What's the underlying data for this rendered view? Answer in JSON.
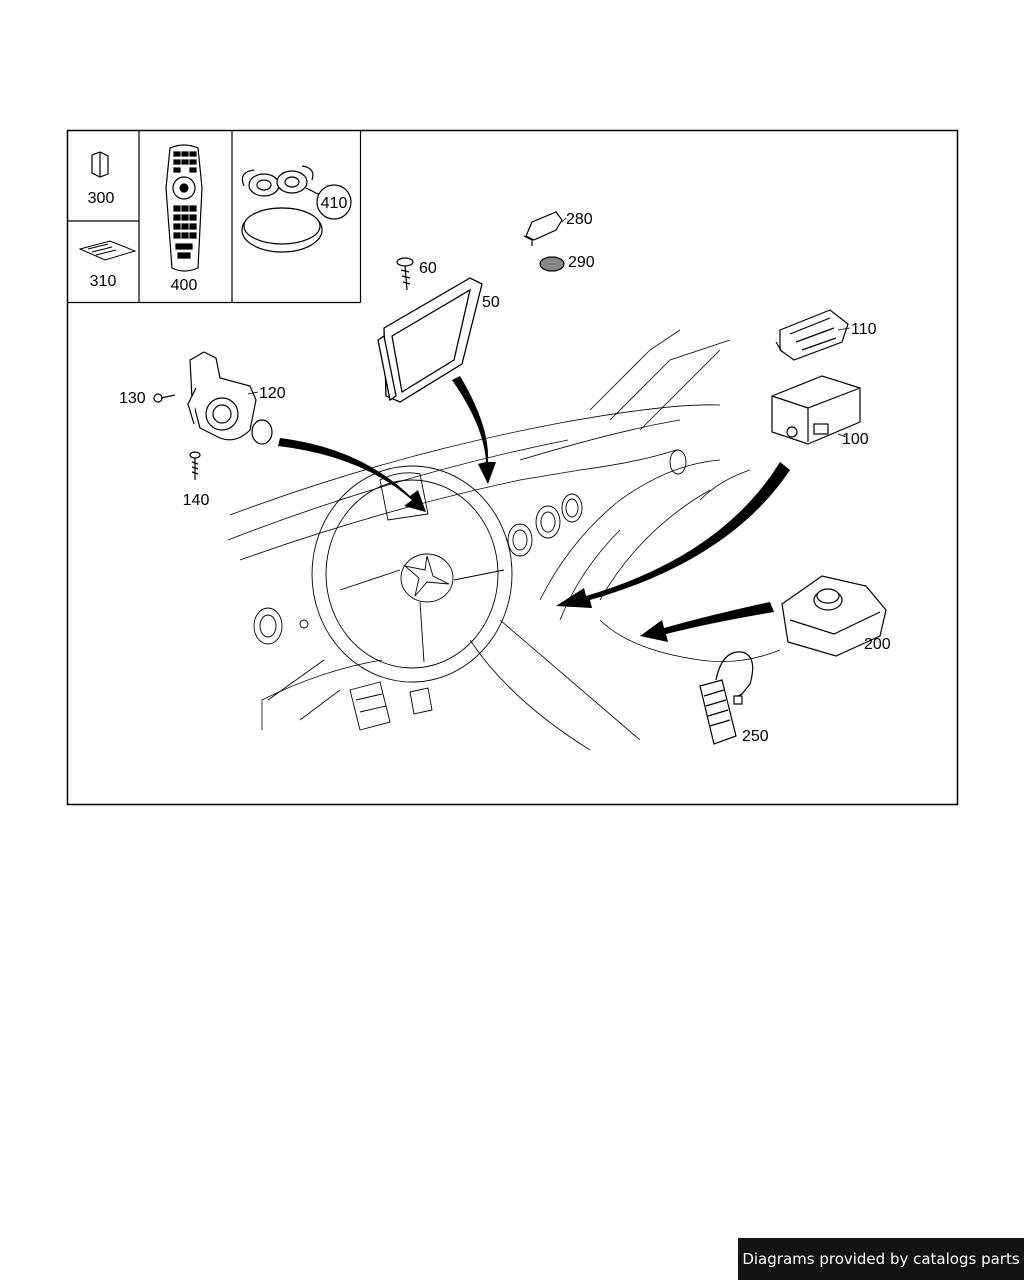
{
  "parts": {
    "p50": "50",
    "p60": "60",
    "p100": "100",
    "p110": "110",
    "p120": "120",
    "p130": "130",
    "p140": "140",
    "p200": "200",
    "p250": "250",
    "p280": "280",
    "p290": "290",
    "p300": "300",
    "p310": "310",
    "p400": "400",
    "p410": "410"
  },
  "footer": {
    "credit": "Diagrams provided by catalogs parts"
  }
}
